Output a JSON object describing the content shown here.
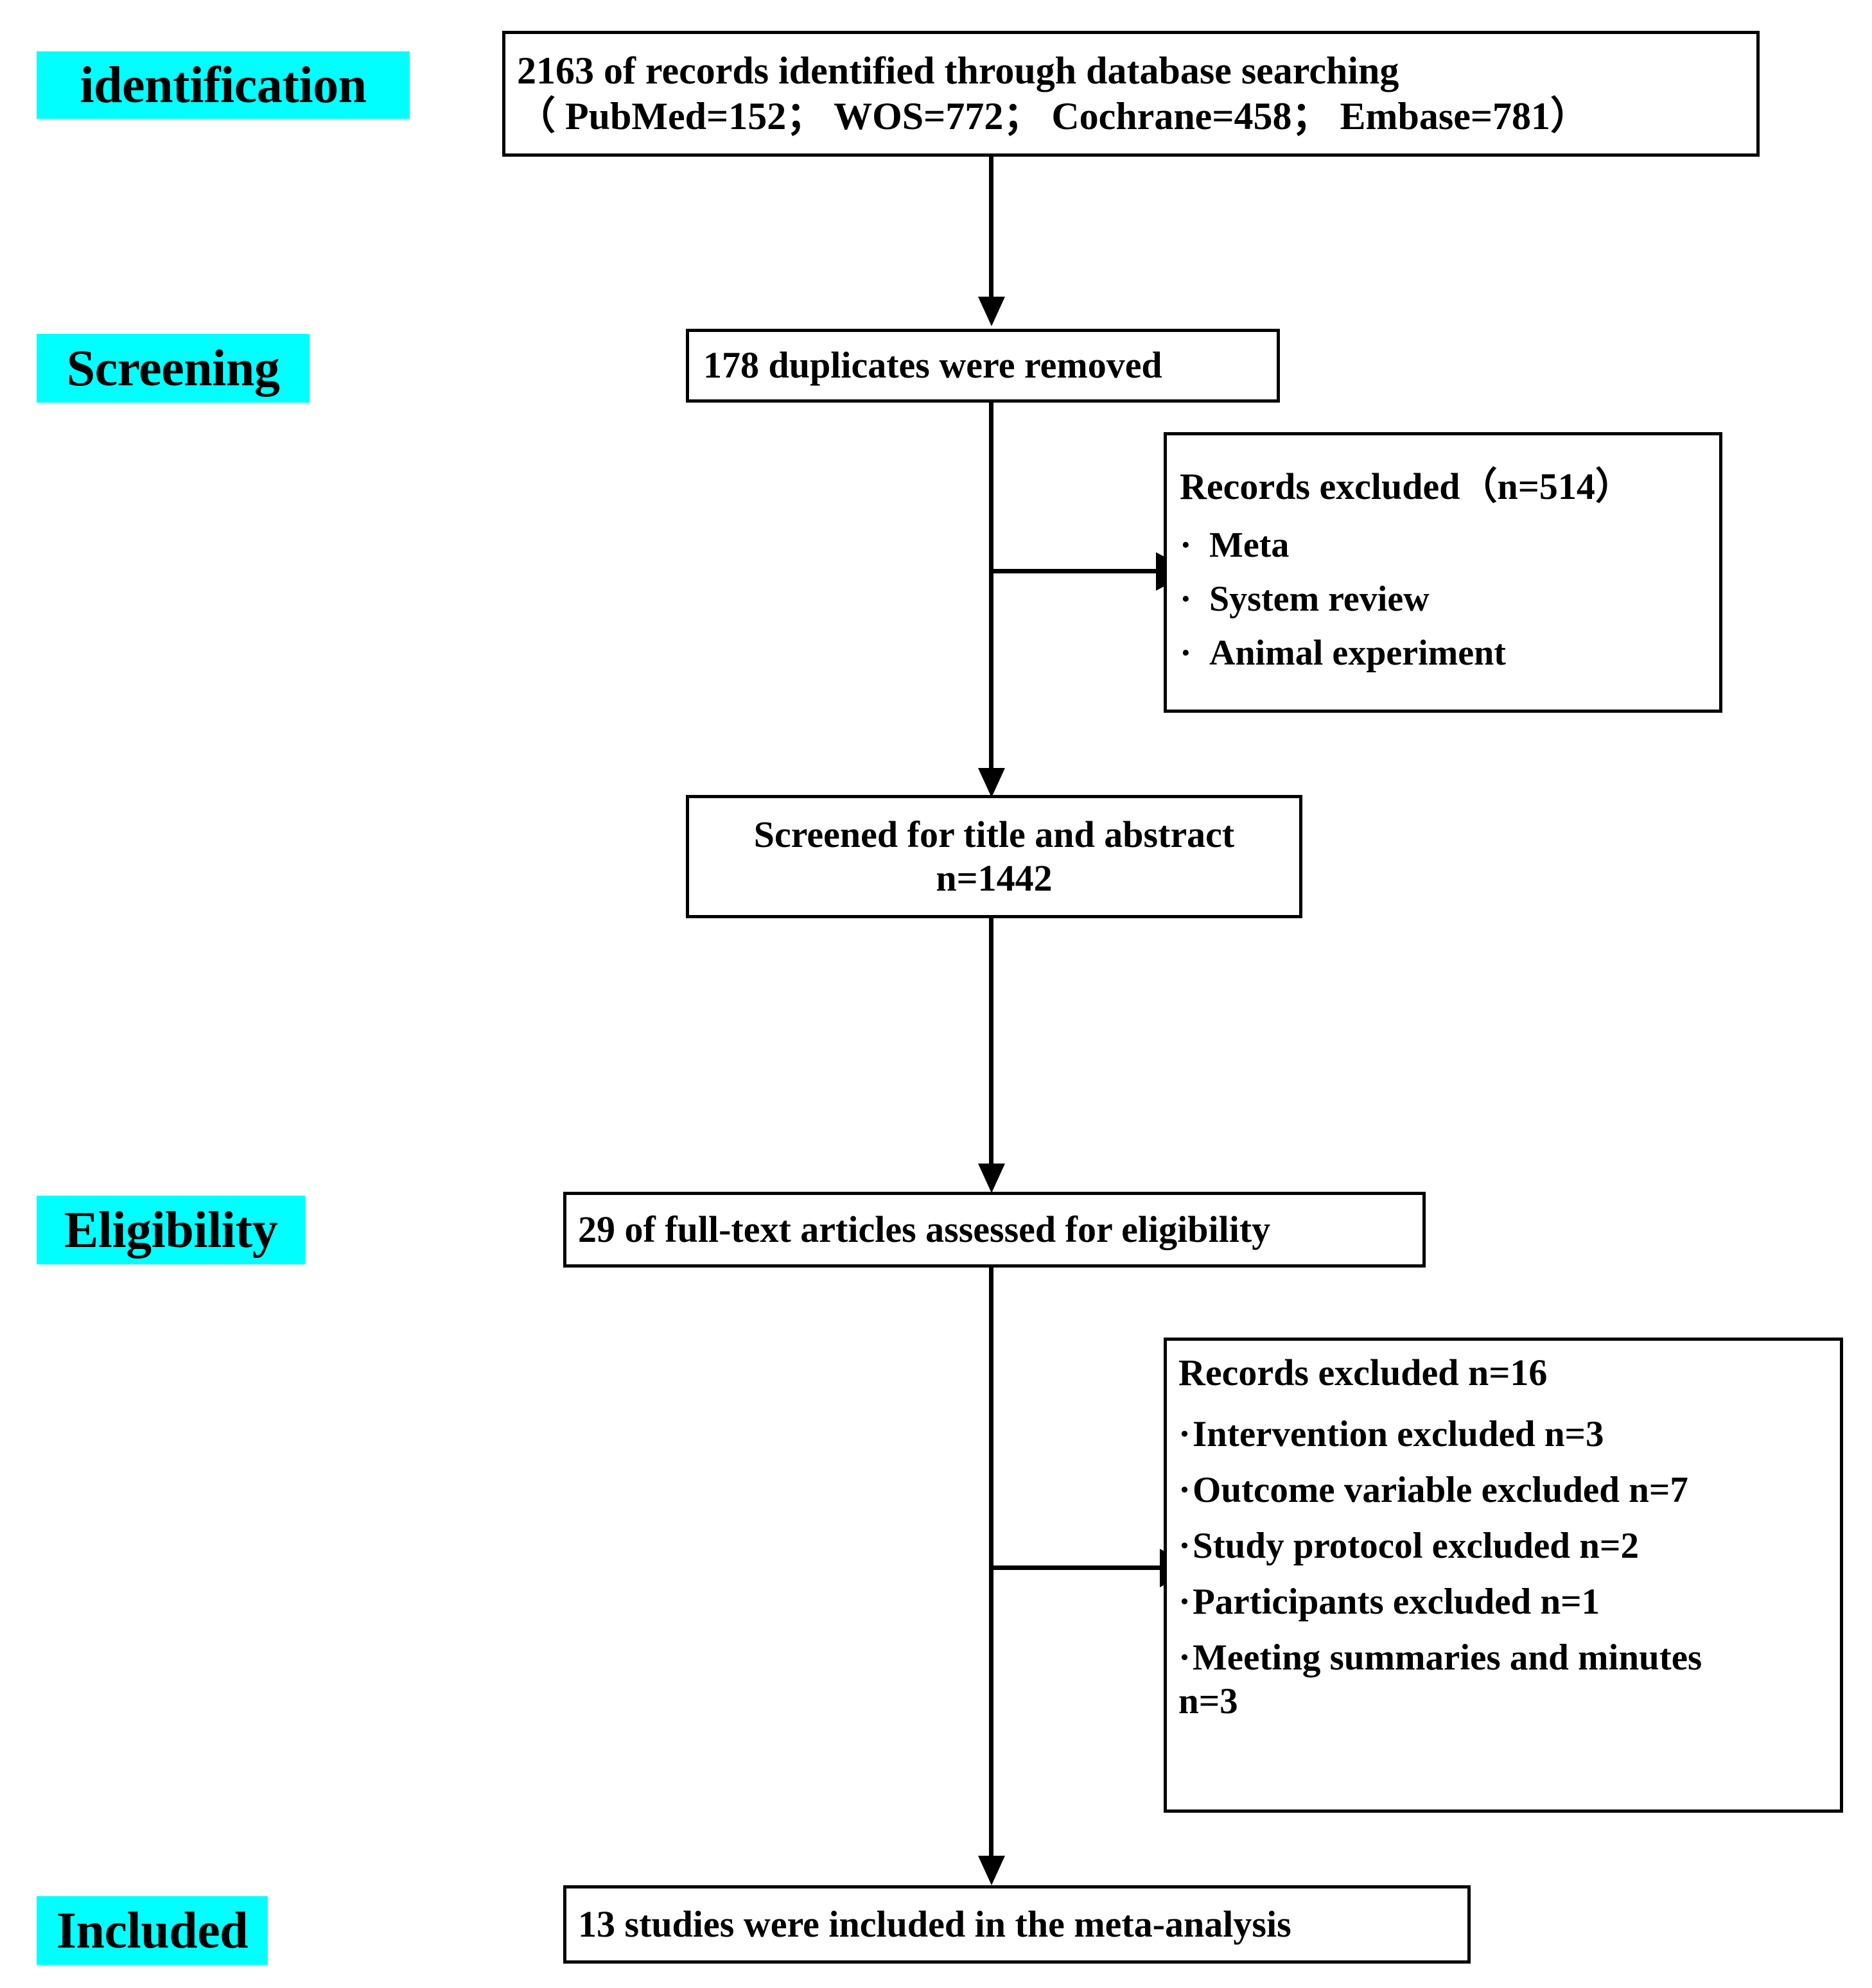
{
  "diagram": {
    "title": "PRISMA flow diagram",
    "accent_color": "#00ffff",
    "line_color": "#000000",
    "background_color": "#ffffff"
  },
  "stages": {
    "identification": "identification",
    "screening": "Screening",
    "eligibility": "Eligibility",
    "included": "Included"
  },
  "boxes": {
    "identified": {
      "line1": "2163 of records identified through database searching",
      "line2": "（ PubMed=152；  WOS=772；  Cochrane=458；  Embase=781）"
    },
    "duplicates": {
      "line1": "178 duplicates were removed"
    },
    "records_excluded_514": {
      "heading": "Records excluded（n=514）",
      "items": [
        "Meta",
        "System review",
        "Animal experiment"
      ]
    },
    "screened": {
      "line1": "Screened for title and abstract",
      "line2": "n=1442"
    },
    "fulltext": {
      "line1": "29 of full-text articles assessed for eligibility"
    },
    "records_excluded_16": {
      "heading": "Records excluded  n=16",
      "items": [
        "Intervention excluded  n=3",
        "Outcome variable  excluded  n=7",
        "Study protocol excluded  n=2",
        "Participants excluded  n=1",
        "Meeting summaries and minutes"
      ],
      "trailing": "n=3"
    },
    "included": {
      "line1": "13 studies were included in the meta-analysis"
    }
  },
  "bullet_glyph": "·"
}
